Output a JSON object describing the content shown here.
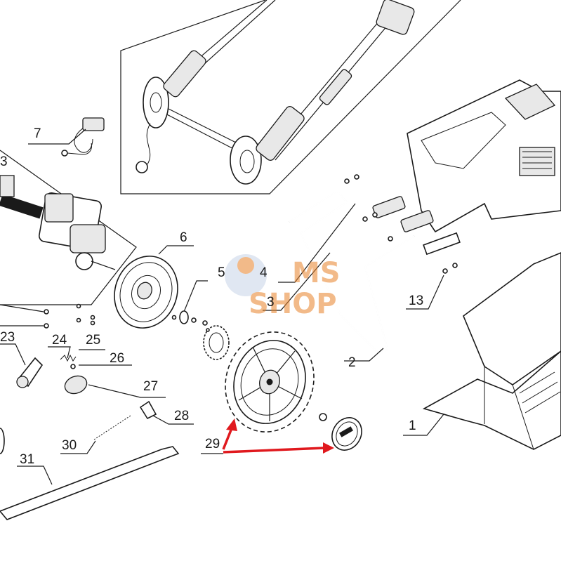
{
  "callouts": [
    {
      "id": "7",
      "text": "7"
    },
    {
      "id": "3a",
      "text": "3"
    },
    {
      "id": "6",
      "text": "6"
    },
    {
      "id": "5",
      "text": "5"
    },
    {
      "id": "4",
      "text": "4"
    },
    {
      "id": "3b",
      "text": "3"
    },
    {
      "id": "13",
      "text": "13"
    },
    {
      "id": "23",
      "text": "23"
    },
    {
      "id": "24",
      "text": "24"
    },
    {
      "id": "25",
      "text": "25"
    },
    {
      "id": "26",
      "text": "26"
    },
    {
      "id": "27",
      "text": "27"
    },
    {
      "id": "28",
      "text": "28"
    },
    {
      "id": "29",
      "text": "29"
    },
    {
      "id": "30",
      "text": "30"
    },
    {
      "id": "31",
      "text": "31"
    },
    {
      "id": "2",
      "text": "2"
    },
    {
      "id": "1",
      "text": "1"
    }
  ],
  "watermark": {
    "line1": "MS",
    "line2": "SHOP",
    "color": "#e8822a"
  },
  "colors": {
    "line": "#1a1a1a",
    "arrow": "#e0191e",
    "background": "#ffffff"
  }
}
